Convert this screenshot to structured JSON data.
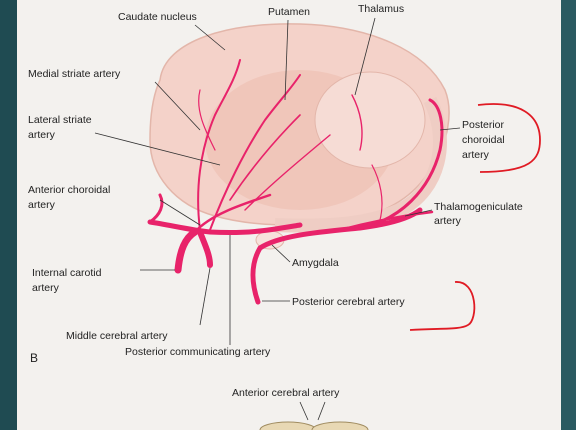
{
  "labels": {
    "caudate_nucleus": "Caudate nucleus",
    "putamen": "Putamen",
    "thalamus": "Thalamus",
    "medial_striate_artery": "Medial striate artery",
    "lateral_striate_1": "Lateral striate",
    "lateral_striate_2": "artery",
    "anterior_choroidal_1": "Anterior choroidal",
    "anterior_choroidal_2": "artery",
    "posterior_choroidal_1": "Posterior",
    "posterior_choroidal_2": "choroidal",
    "posterior_choroidal_3": "artery",
    "thalamogeniculate_1": "Thalamogeniculate",
    "thalamogeniculate_2": "artery",
    "amygdala": "Amygdala",
    "internal_carotid_1": "Internal carotid",
    "internal_carotid_2": "artery",
    "posterior_cerebral_artery": "Posterior cerebral artery",
    "middle_cerebral_artery": "Middle cerebral artery",
    "posterior_communicating_artery": "Posterior communicating artery",
    "figure_letter": "B",
    "anterior_cerebral_artery": "Anterior cerebral artery"
  },
  "colors": {
    "artery": "#e8236a",
    "tissue": "#f2cdc3",
    "annotation": "#e01b24",
    "background": "#1f4b52"
  }
}
